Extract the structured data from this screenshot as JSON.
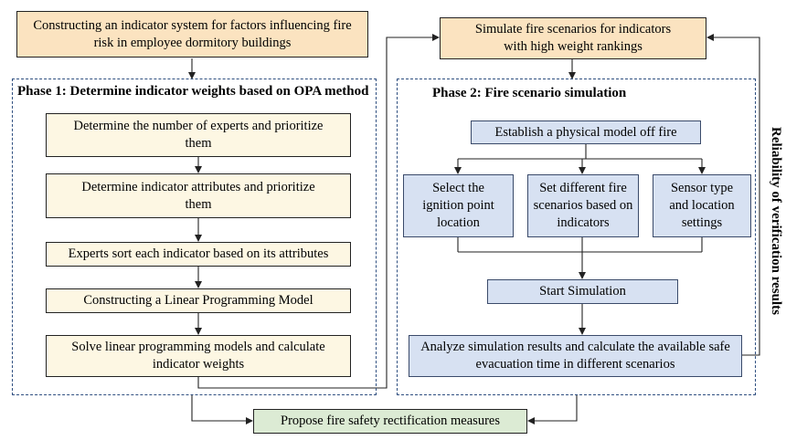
{
  "top_left_box": "Constructing an indicator system for factors influencing fire risk in employee dormitory buildings",
  "top_right_box": "Simulate fire scenarios for indicators with high weight rankings",
  "phase1": {
    "title": "Phase 1: Determine indicator weights based on OPA method",
    "steps": [
      "Determine the number of experts and prioritize them",
      "Determine indicator attributes and prioritize them",
      "Experts sort each indicator based on its attributes",
      "Constructing a Linear Programming Model",
      "Solve linear programming models and calculate indicator weights"
    ]
  },
  "phase2": {
    "title": "Phase 2: Fire scenario simulation",
    "establish": "Establish a physical model off fire",
    "branches": [
      "Select the ignition point location",
      "Set different fire scenarios based on indicators",
      "Sensor type and location settings"
    ],
    "start": "Start Simulation",
    "analyze": "Analyze simulation results and calculate the available safe evacuation time in different scenarios"
  },
  "side_label": "Reliability of verification results",
  "final_box": "Propose fire safety rectification measures"
}
